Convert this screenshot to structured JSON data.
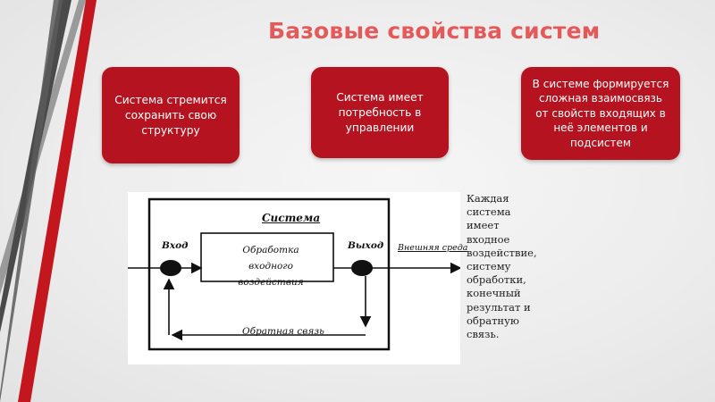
{
  "title": "Базовые свойства систем",
  "cards": [
    {
      "text": "Система стремится\nсохранить свою\nструктуру"
    },
    {
      "text": "Система имеет\nпотребность в\nуправлении"
    },
    {
      "text": "В системе формируется\nсложная взаимосвязь\nот свойств входящих в\nнеё элементов и\nподсистем"
    }
  ],
  "diagram": {
    "system_label": "Система",
    "input_label": "Вход",
    "process_label": "Обработка входного\nвоздействия",
    "output_label": "Выход",
    "environment_label": "Внешняя среда",
    "feedback_label": "Обратная связь"
  },
  "side_text": "Каждая\nсистема\nимеет\nвходное\nвоздействие,\nсистему\nобработки,\nконечный\nрезультат и\nобратную\nсвязь.",
  "colors": {
    "title": "#e45a5a",
    "card_background": "#b5131f",
    "stripe_dark": "#4a4a4a",
    "stripe_red": "#c4161f",
    "stripe_gray": "#8a8a8a"
  }
}
